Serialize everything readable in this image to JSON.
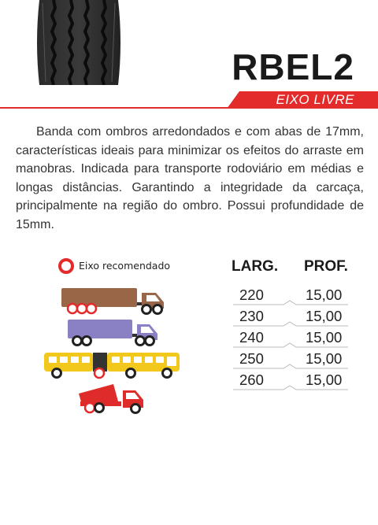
{
  "product": {
    "name": "RBEL2",
    "axle": "EIXO LIVRE",
    "description": "Banda com ombros arredondados e com abas de 17mm, características ideais para minimizar os efeitos do arraste em manobras. Indicada para transporte rodoviário em médias e longas distâncias. Garantindo a integridade da carcaça, principalmente na região do ombro. Possui profundidade de 15mm."
  },
  "legend": {
    "label": "Eixo recomendado"
  },
  "table": {
    "headers": {
      "width": "LARG.",
      "depth": "PROF."
    },
    "rows": [
      {
        "width": "220",
        "depth": "15,00"
      },
      {
        "width": "230",
        "depth": "15,00"
      },
      {
        "width": "240",
        "depth": "15,00"
      },
      {
        "width": "250",
        "depth": "15,00"
      },
      {
        "width": "260",
        "depth": "15,00"
      }
    ]
  },
  "vehicles": [
    {
      "icon": "truck-trailer-icon",
      "color": "#9a6648"
    },
    {
      "icon": "truck-container-icon",
      "color": "#8a80c4"
    },
    {
      "icon": "bus-icon",
      "color": "#f2c81c"
    },
    {
      "icon": "dump-truck-icon",
      "color": "#e02b2b"
    }
  ],
  "colors": {
    "accent": "#e32b2b",
    "text": "#222222"
  }
}
